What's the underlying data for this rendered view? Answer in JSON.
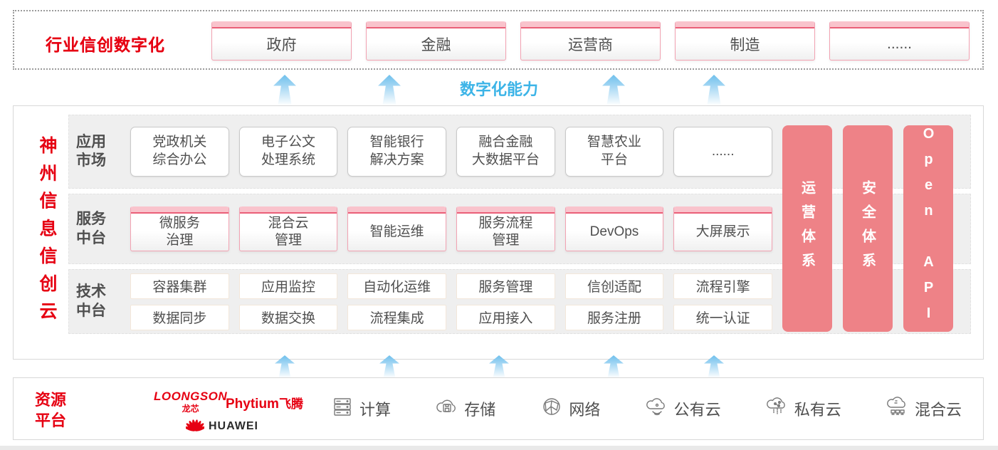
{
  "top": {
    "title": "行业信创数字化",
    "industries": [
      "政府",
      "金融",
      "运营商",
      "制造",
      "......"
    ]
  },
  "capability": {
    "label": "数字化能力"
  },
  "main": {
    "brand_vertical": "神州信息信创云",
    "app_row": {
      "label": "应用\n市场",
      "items": [
        "党政机关\n综合办公",
        "电子公文\n处理系统",
        "智能银行\n解决方案",
        "融合金融\n大数据平台",
        "智慧农业\n平台",
        "......"
      ]
    },
    "service_row": {
      "label": "服务\n中台",
      "items": [
        "微服务\n治理",
        "混合云\n管理",
        "智能运维",
        "服务流程\n管理",
        "DevOps",
        "大屏展示"
      ]
    },
    "tech_row": {
      "label": "技术\n中台",
      "items_line1": [
        "容器集群",
        "应用监控",
        "自动化运维",
        "服务管理",
        "信创适配",
        "流程引擎"
      ],
      "items_line2": [
        "数据同步",
        "数据交换",
        "流程集成",
        "应用接入",
        "服务注册",
        "统一认证"
      ]
    },
    "pillars": [
      "运营体系",
      "安全体系",
      "Open API"
    ]
  },
  "bottom": {
    "label": "资源\n平台",
    "vendors": {
      "loongson": {
        "name": "LOONGSON",
        "sub": "龙芯"
      },
      "phytium": {
        "name": "Phytium",
        "sub": "飞腾"
      },
      "huawei": {
        "name": "HUAWEI"
      }
    },
    "resources": [
      {
        "icon": "compute-server-icon",
        "label": "计算"
      },
      {
        "icon": "storage-cloud-icon",
        "label": "存储"
      },
      {
        "icon": "network-globe-icon",
        "label": "网络"
      },
      {
        "icon": "public-cloud-icon",
        "label": "公有云"
      },
      {
        "icon": "private-cloud-icon",
        "label": "私有云"
      },
      {
        "icon": "hybrid-cloud-icon",
        "label": "混合云"
      }
    ]
  },
  "colors": {
    "accent_red": "#e60012",
    "pillar_pink": "#ee8287",
    "capability_blue": "#3cb4e7",
    "panel_gray": "#efefef"
  }
}
